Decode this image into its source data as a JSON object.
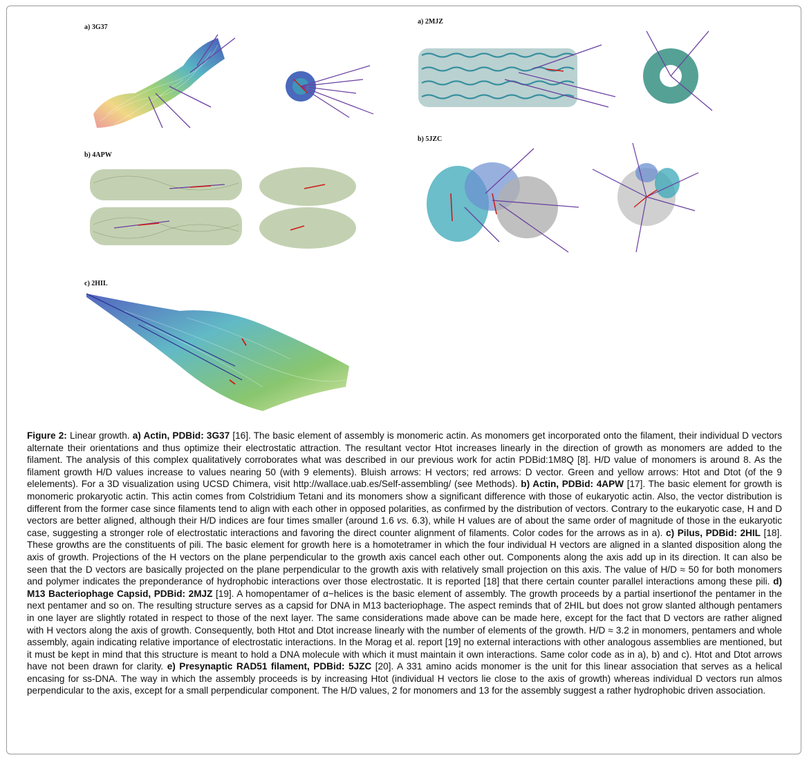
{
  "panels": {
    "a1": {
      "label": "a) 3G37",
      "name": "Actin, PDBid: 3G37"
    },
    "b1": {
      "label": "b) 4APW",
      "name": "Actin, PDBid: 4APW"
    },
    "c1": {
      "label": "c) 2HIL",
      "name": "Pilus, PDBid: 2HIL"
    },
    "a2": {
      "label": "a) 2MJZ",
      "name": "M13 Bacteriophage Capsid, PDBid: 2MJZ"
    },
    "b2": {
      "label": "b) 5JZC",
      "name": "Presynaptic RAD51 filament, PDBid: 5JZC"
    }
  },
  "colors": {
    "h_arrow": "#6a3fa0",
    "d_arrow": "#d01818",
    "green_ribbon": "#b9c9a4",
    "cyan_ribbon": "#3aa8b8",
    "blue_ribbon": "#2a4fb0"
  },
  "caption": {
    "fig_label": "Figure 2:",
    "intro": " Linear growth. ",
    "a_head": "a) Actin, PDBid: 3G37",
    "a_text": " [16]. The basic element of assembly is monomeric actin. As monomers get incorporated onto the filament, their individual D vectors alternate their orientations and thus optimize their electrostatic attraction. The resultant vector Htot increases linearly in the direction of growth as monomers are added to the filament. The analysis of this complex qualitatively corroborates what was described in our previous work for actin PDBid:1M8Q [8]. H/D value of monomers is around 8. As the filament growth H/D values increase to values nearing 50 (with 9 elements). Bluish arrows: H vectors; red arrows: D vector. Green and yellow arrows: Htot and Dtot (of the 9 elelements). For a 3D visualization using UCSD Chimera, visit http://wallace.uab.es/Self-assembling/ (see Methods). ",
    "b_head": "b) Actin, PDBid: 4APW",
    "b_text": " [17]. The basic element for growth is monomeric prokaryotic actin. This actin comes from Colstridium Tetani and its monomers show a significant difference with those of eukaryotic actin. Also, the vector distribution is different from the former case since filaments tend to align with each other in opposed polarities, as confirmed by the distribution of vectors. Contrary to the eukaryotic case, H and D vectors are better aligned, although their H/D indices are four times smaller (around 1.6 ",
    "vs": "vs.",
    "b_text2": " 6.3), while H values are of about the same order of magnitude of those in the eukaryotic case, suggesting a stronger role of electrostatic interactions and favoring the direct counter alignment of filaments. Color codes for the arrows as in a). ",
    "c_head": "c) Pilus, PDBid: 2HIL",
    "c_text": " [18]. These growths are the constituents of pili. The basic element for growth here is a homotetramer in which the four individual H vectors are aligned in a slanted disposition along the axis of growth. Projections of the H vectors on the plane perpendicular to the growth axis cancel each other out. Components along the axis add up in its direction. It can also be seen that the D vectors are basically projected on the plane perpendicular to the growth axis with relatively small projection on this axis. The value of H/D ≈ 50 for both monomers and polymer indicates the preponderance of hydrophobic interactions over those electrostatic. It is reported [18] that there certain counter parallel interactions among these pili. ",
    "d_head": "d) M13 Bacteriophage Capsid, PDBid: 2MJZ",
    "d_text": " [19]. A homopentamer of α−helices is the basic element of assembly. The growth proceeds by a partial insertionof the pentamer in the next pentamer and so on. The resulting structure serves as a capsid for DNA in M13 bacteriophage. The aspect reminds that of 2HIL but does not grow slanted although pentamers in one layer are slightly rotated in respect to those of the next layer. The same considerations made above can be made here, except for the fact that D vectors are rather aligned with H vectors along the axis of growth. Consequently, both Htot and Dtot increase linearly with the number of elements of the growth. H/D ≈ 3.2 in monomers, pentamers and whole assembly, again indicating relative importance of electrostatic interactions. In the Morag et al. report [19] no external interactions with other analogous assemblies are mentioned, but it must be kept in mind that this structure is meant to hold a DNA molecule with which it must maintain it own interactions. Same color code as in a), b) and c). Htot and Dtot arrows have not been drawn for clarity. ",
    "e_head": "e) Presynaptic RAD51 filament, PDBid: 5JZC",
    "e_text": " [20]. A 331 amino acids monomer is the unit for this linear association that serves as a helical encasing for ss-DNA. The way in which the assembly proceeds is by increasing Htot (individual H vectors lie close to the axis of growth) whereas individual D vectors run almos perpendicular to the axis, except for a small perpendicular component. The H/D values, 2 for monomers and 13 for the assembly suggest a rather hydrophobic driven association."
  }
}
